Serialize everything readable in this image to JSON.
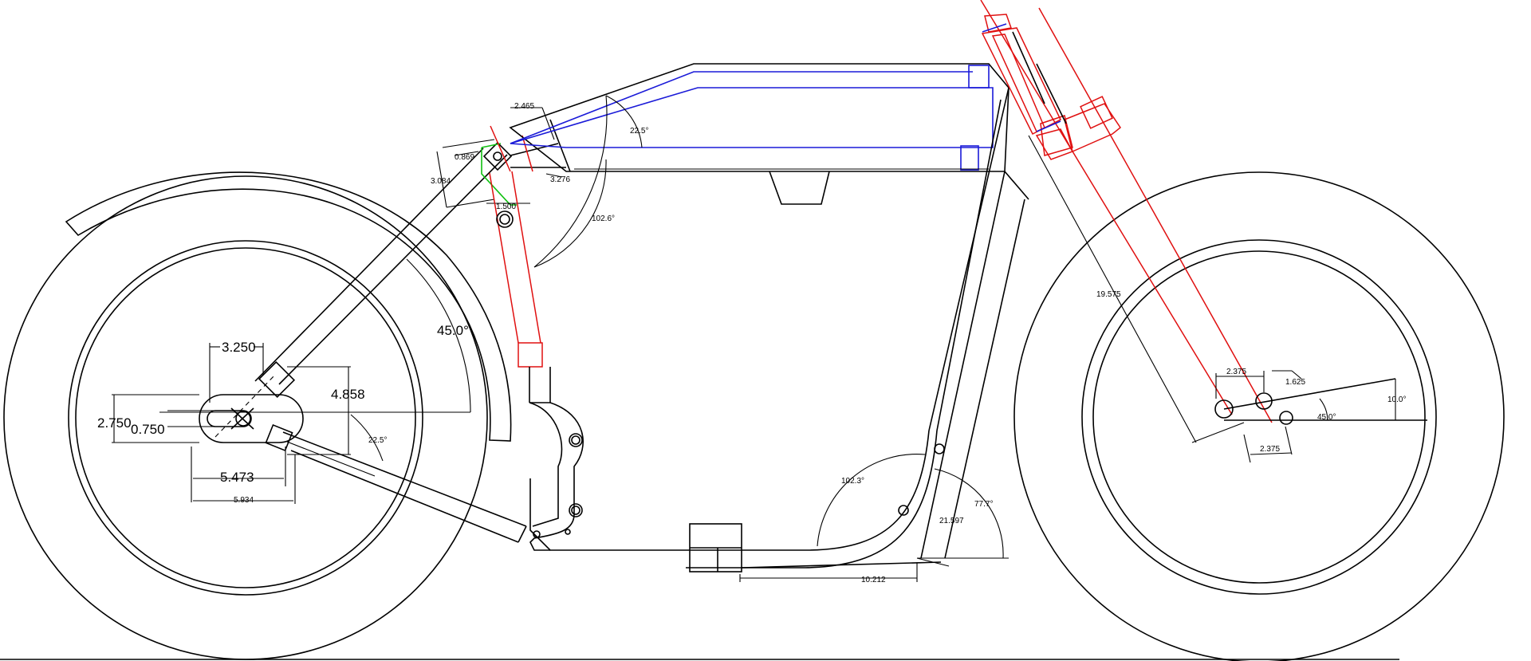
{
  "dimensions": {
    "rear_offset_h": "3.250",
    "rear_height": "4.858",
    "rear_slot_h": "2.750",
    "rear_slot_w": "0.750",
    "rear_axle_span": "5.473",
    "rear_overall": "5.934",
    "swingarm_angle": "45.0°",
    "strut_angle": "22.5°",
    "neck_tube_len": "2.465",
    "neck_offset": "0.869",
    "neck_height": "3.084",
    "lug_width": "3.276",
    "lug_bore": "1.500",
    "top_tube_angle": "22.5°",
    "seat_angle": "102.6°",
    "bottom_bend_angle": "102.3°",
    "down_tube_angle": "77.7°",
    "down_tube_len": "21.597",
    "bottom_span": "10.212",
    "fork_length": "19.575",
    "front_axle_a": "2.375",
    "front_link": "1.625",
    "front_axle_b": "2.375",
    "front_rake": "10.0°",
    "front_link_angle": "45.0°"
  },
  "colors": {
    "outline": "#000000",
    "tank": "#1a1ad8",
    "fork": "#e01010",
    "gusset": "#10c010"
  }
}
